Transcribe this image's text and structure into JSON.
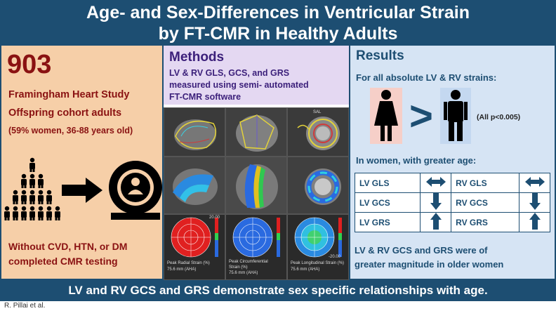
{
  "title": {
    "line1": "Age- and Sex-Differences in Ventricular Strain",
    "line2": "by FT-CMR in Healthy Adults"
  },
  "left_panel": {
    "count": "903",
    "study": "Framingham Heart Study",
    "cohort": "Offspring cohort adults",
    "demographics": "(59% women, 36-88 years old)",
    "criteria_line1": "Without CVD, HTN, or DM",
    "criteria_line2": "completed CMR testing",
    "icons": [
      "people-group-icon",
      "arrow-right-icon",
      "mri-scanner-icon"
    ]
  },
  "methods": {
    "title": "Methods",
    "line1": "LV & RV GLS, GCS, and GRS",
    "line2": "measured using semi- automated",
    "line3": "FT-CMR software",
    "image_labels": {
      "sal": "SAL",
      "radial_title": "Peak Radial Strain (%)",
      "radial_value": "75.6 mm (AHA)",
      "circ_title1": "Peak Circumferential",
      "circ_title2": "Strain (%)",
      "circ_value": "75.6 mm (AHA)",
      "long_title": "Peak Longitudinal Strain (%)",
      "long_value": "75.6 mm (AHA)",
      "scale_top": "20.00",
      "scale_bottom": "-20.00"
    }
  },
  "results": {
    "title": "Results",
    "subtitle": "For all absolute LV & RV strains:",
    "comparison": ">",
    "pvalue": "(All p<0.005)",
    "women_age": "In women, with greater age:",
    "table": [
      {
        "left": "LV GLS",
        "left_icon": "left-right-arrow-icon",
        "right": "RV GLS",
        "right_icon": "left-right-arrow-icon"
      },
      {
        "left": "LV GCS",
        "left_icon": "down-arrow-icon",
        "right": "RV GCS",
        "right_icon": "down-arrow-icon"
      },
      {
        "left": "LV GRS",
        "left_icon": "up-arrow-icon",
        "right": "RV GRS",
        "right_icon": "up-arrow-icon"
      }
    ],
    "conclusion_line1": "LV & RV GCS and GRS were of",
    "conclusion_line2": "greater magnitude in older women"
  },
  "bottom": {
    "takeaway": "LV and RV GCS and GRS demonstrate sex specific relationships with age.",
    "citation": "R. Pillai et al."
  },
  "colors": {
    "navy": "#1d4e72",
    "left_bg": "#f6cfa8",
    "left_text": "#8a1212",
    "methods_bg": "#e4d8f2",
    "methods_text": "#3b1f7a",
    "results_bg": "#d6e4f4"
  }
}
